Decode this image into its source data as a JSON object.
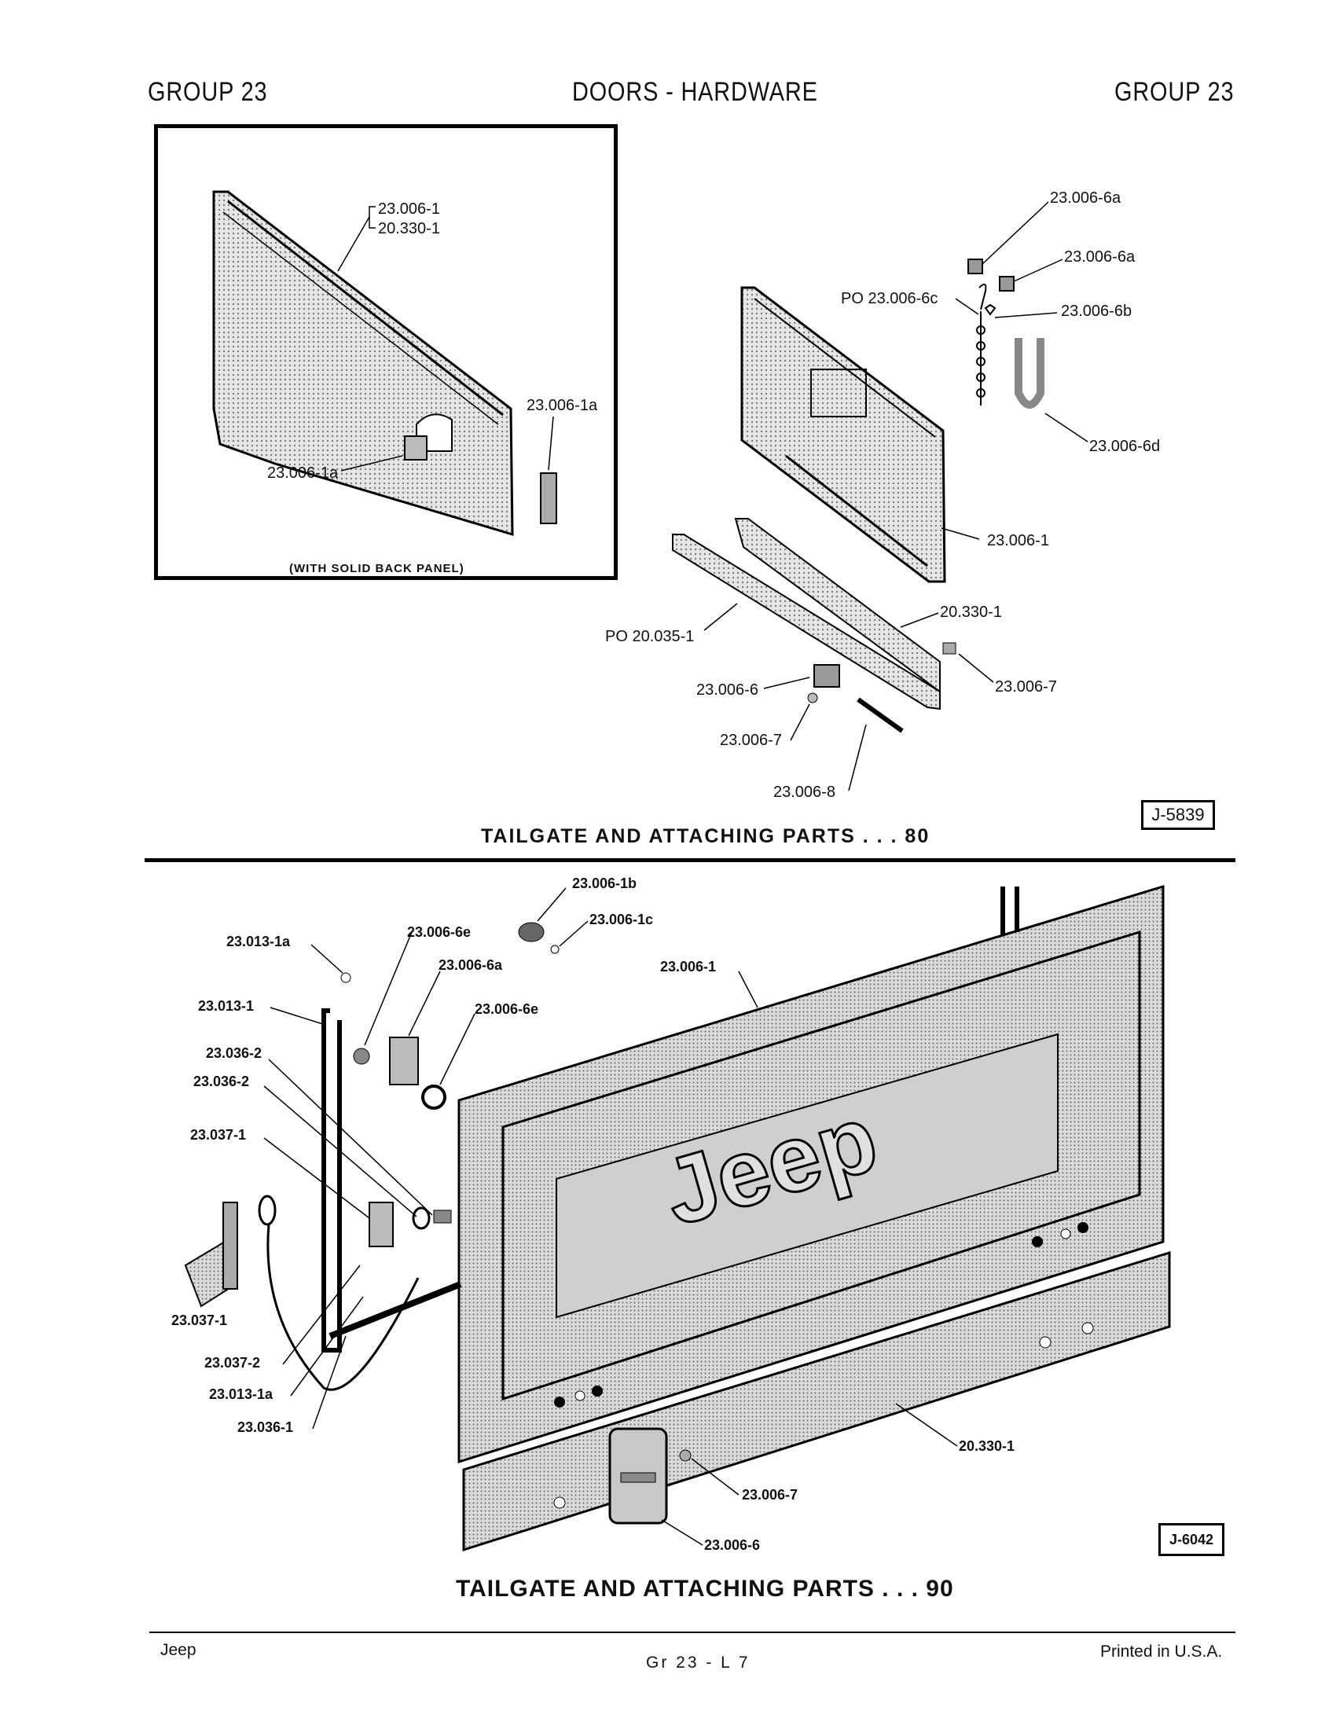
{
  "header": {
    "left": "GROUP 23",
    "center": "DOORS - HARDWARE",
    "right": "GROUP 23"
  },
  "figure1": {
    "caption": "TAILGATE AND ATTACHING PARTS . . . 80",
    "ref": "J-5839",
    "inset_note": "(WITH SOLID BACK PANEL)",
    "labels": {
      "inset_a": "23.006-1",
      "inset_b": "20.330-1",
      "inset_c": "23.006-1a",
      "inset_d": "23.006-1a",
      "l_6a_top": "23.006-6a",
      "l_6a_mid": "23.006-6a",
      "l_6c": "PO  23.006-6c",
      "l_6b": "23.006-6b",
      "l_6d": "23.006-6d",
      "l_1": "23.006-1",
      "l_330": "20.330-1",
      "l_po035": "PO  20.035-1",
      "l_7a": "23.006-7",
      "l_6": "23.006-6",
      "l_7b": "23.006-7",
      "l_8": "23.006-8"
    }
  },
  "figure2": {
    "caption": "TAILGATE AND ATTACHING PARTS . . . 90",
    "ref": "J-6042",
    "labels": {
      "l_1b": "23.006-1b",
      "l_1c": "23.006-1c",
      "l_13_1a_top": "23.013-1a",
      "l_6e_a": "23.006-6e",
      "l_6a": "23.006-6a",
      "l_1": "23.006-1",
      "l_13_1": "23.013-1",
      "l_6e_b": "23.006-6e",
      "l_36_2a": "23.036-2",
      "l_36_2b": "23.036-2",
      "l_37_1a": "23.037-1",
      "l_37_1b": "23.037-1",
      "l_37_2": "23.037-2",
      "l_13_1a_bot": "23.013-1a",
      "l_36_1": "23.036-1",
      "l_330": "20.330-1",
      "l_7": "23.006-7",
      "l_6": "23.006-6",
      "logo": "Jeep"
    }
  },
  "footer": {
    "left": "Jeep",
    "center": "Gr  23  -  L  7",
    "right": "Printed  in U.S.A."
  }
}
